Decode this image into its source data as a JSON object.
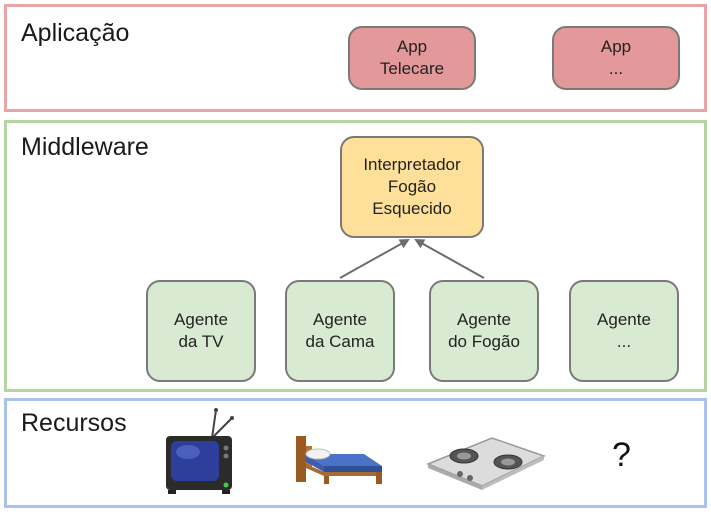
{
  "layers": {
    "application": {
      "title": "Aplicação"
    },
    "middleware": {
      "title": "Middleware"
    },
    "resources": {
      "title": "Recursos"
    }
  },
  "apps": [
    {
      "lines": [
        "App",
        "Telecare"
      ]
    },
    {
      "lines": [
        "App",
        "..."
      ]
    }
  ],
  "interpreter": {
    "lines": [
      "Interpretador",
      "Fogão",
      "Esquecido"
    ]
  },
  "agents": [
    {
      "lines": [
        "Agente",
        "da TV"
      ]
    },
    {
      "lines": [
        "Agente",
        "da Cama"
      ]
    },
    {
      "lines": [
        "Agente",
        "do Fogão"
      ]
    },
    {
      "lines": [
        "Agente",
        "..."
      ]
    }
  ],
  "resources": {
    "items": [
      {
        "icon": "tv-icon"
      },
      {
        "icon": "bed-icon"
      },
      {
        "icon": "stove-icon"
      },
      {
        "text": "?"
      }
    ]
  },
  "colors": {
    "application_border": "#e8a5a8",
    "middleware_border": "#b5d5a2",
    "resources_border": "#a9c3ec",
    "app_fill": "#e3999a",
    "agent_fill": "#d9ead3",
    "interpreter_fill": "#ffe09a",
    "arrow": "#6b6b6b"
  }
}
